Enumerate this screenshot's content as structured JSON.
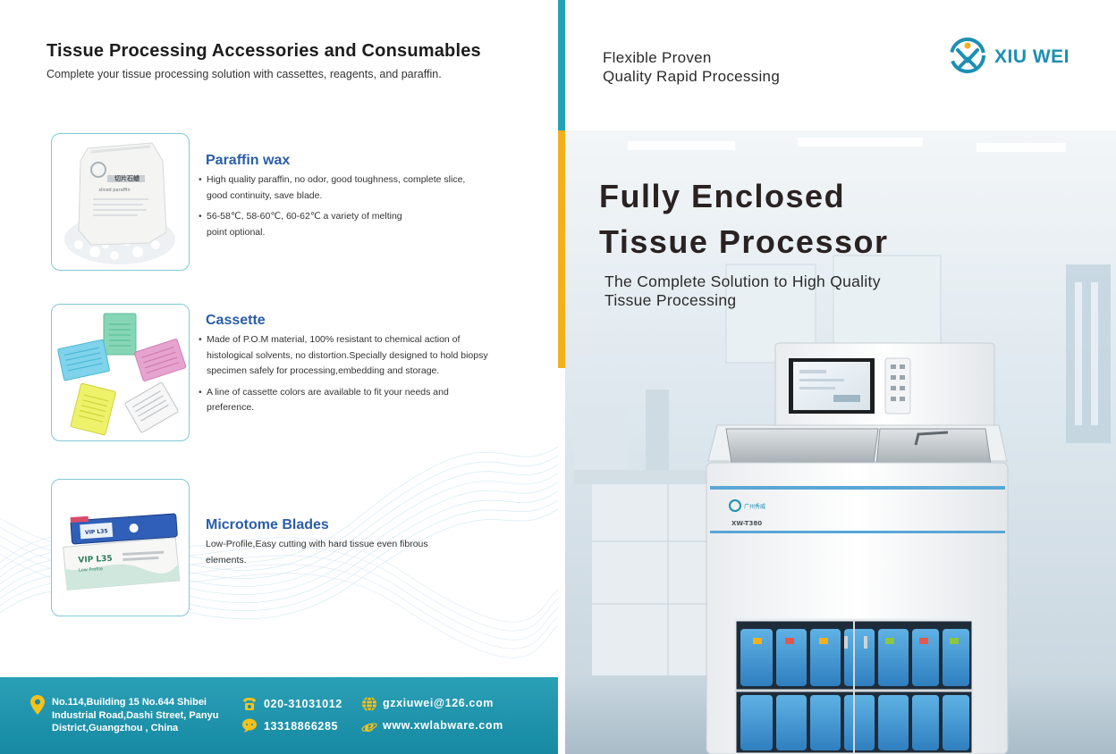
{
  "left_page": {
    "heading": "Tissue Processing Accessories and Consumables",
    "subheading": "Complete your tissue processing solution with cassettes, reagents, and paraffin.",
    "products": [
      {
        "title": "Paraffin wax",
        "bullets": [
          "High quality paraffin, no odor, good toughness, complete slice, good continuity, save blade.",
          "56-58℃, 58-60℃, 60-62℃ a variety of melting point optional."
        ]
      },
      {
        "title": "Cassette",
        "bullets": [
          "Made of P.O.M material, 100% resistant to chemical action of histological solvents, no distortion.Specially designed to hold biopsy specimen safely for processing,embedding and storage.",
          "A line of cassette colors are available to fit your needs and preference."
        ]
      },
      {
        "title": "Microtome Blades",
        "text": "Low-Profile,Easy cutting with hard tissue even fibrous elements."
      }
    ],
    "footer": {
      "address": "No.114,Building 15 No.644 Shibei Industrial Road,Dashi Street, Panyu District,Guangzhou , China",
      "phone": "020-31031012",
      "mobile": "13318866285",
      "email": "gzxiuwei@126.com",
      "website": "www.xwlabware.com",
      "icons": [
        "location-icon",
        "phone-icon",
        "chat-icon",
        "globe-icon",
        "browser-icon"
      ]
    }
  },
  "right_page": {
    "tagline": [
      "Flexible Proven",
      "Quality Rapid Processing"
    ],
    "brand": "XIU WEI",
    "title_lines": [
      "Fully Enclosed",
      "Tissue Processor"
    ],
    "subtitle_lines": [
      "The Complete Solution to High Quality",
      "Tissue Processing"
    ],
    "machine_label": "XW-T380",
    "machine_logo_text": "广州秀威"
  },
  "product_image_text": {
    "wax_bag": "切片石蜡",
    "wax_bag_en": "sliced paraffin",
    "blade_box": "VIP L35",
    "blade_box_sub": "Low Profile",
    "blade_box_top": "VIP L35"
  },
  "colors": {
    "accent_teal": "#22a3b4",
    "accent_gold": "#f2b01e",
    "title_blue": "#2a5ea8",
    "brand_blue": "#1c8fb2",
    "footer_teal": "#1789a3"
  }
}
